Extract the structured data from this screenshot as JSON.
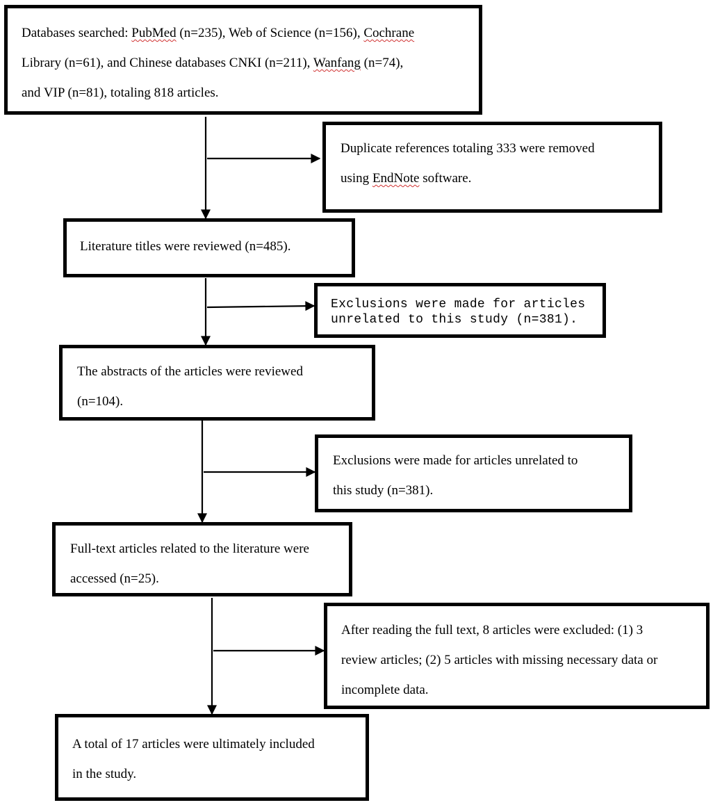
{
  "nodes": {
    "search": {
      "l1_a": "Databases searched: ",
      "l1_pubmed": "PubMed",
      "l1_b": " (n=235), Web of Science (n=156), ",
      "l1_cochrane": "Cochrane",
      "l2_a": "Library (n=61), and Chinese databases CNKI (n=211), ",
      "l2_wanfang": "Wanfang",
      "l2_b": " (n=74),",
      "l3": "and VIP (n=81), totaling 818 articles."
    },
    "duplicates": {
      "l1": "Duplicate references totaling 333 were removed",
      "l2_a": "using ",
      "l2_endnote": "EndNote",
      "l2_b": " software."
    },
    "titles": {
      "l1": "Literature titles were reviewed (n=485)."
    },
    "excl_titles": {
      "l1": "Exclusions were made for articles",
      "l2": "unrelated to this study (n=381)."
    },
    "abstracts": {
      "l1": "The abstracts of the articles were reviewed",
      "l2": "(n=104)."
    },
    "excl_abstracts": {
      "l1": "Exclusions were made for articles unrelated to",
      "l2": "this study (n=381)."
    },
    "fulltext": {
      "l1": "Full-text articles related to the literature were",
      "l2": "accessed (n=25)."
    },
    "excl_fulltext": {
      "l1": "After reading the full text, 8 articles were excluded: (1) 3",
      "l2": "review articles; (2) 5 articles with missing necessary data or",
      "l3": "incomplete data."
    },
    "included": {
      "l1": "A total of 17 articles were ultimately included",
      "l2": "in the study."
    }
  },
  "colors": {
    "line": "#000000",
    "spellcheck_underline": "#d03030"
  }
}
